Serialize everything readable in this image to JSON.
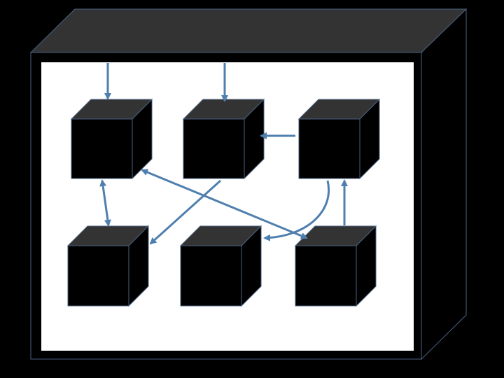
{
  "colors": {
    "background": "#000000",
    "box_face": "#000000",
    "box_top": "#333333",
    "box_side": "#000000",
    "panel": "#ffffff",
    "edge": "#4a6280",
    "arrow": "#4f7fae"
  },
  "diagram": {
    "container": {
      "name": "outer-container-cube"
    },
    "nodes": [
      {
        "id": "node-1",
        "row": 1,
        "col": 1
      },
      {
        "id": "node-2",
        "row": 1,
        "col": 2
      },
      {
        "id": "node-3",
        "row": 1,
        "col": 3
      },
      {
        "id": "node-4",
        "row": 2,
        "col": 1
      },
      {
        "id": "node-5",
        "row": 2,
        "col": 2
      },
      {
        "id": "node-6",
        "row": 2,
        "col": 3
      }
    ],
    "edges": [
      {
        "id": "input-to-node-1",
        "from": "external",
        "to": "node-1",
        "heads": "end"
      },
      {
        "id": "input-to-node-2",
        "from": "external",
        "to": "node-2",
        "heads": "end"
      },
      {
        "id": "node-3-to-node-2",
        "from": "node-3",
        "to": "node-2",
        "heads": "end"
      },
      {
        "id": "node-1-node-4",
        "from": "node-1",
        "to": "node-4",
        "heads": "both"
      },
      {
        "id": "node-2-to-node-4",
        "from": "node-2",
        "to": "node-4",
        "heads": "end"
      },
      {
        "id": "node-1-node-6",
        "from": "node-1",
        "to": "node-6",
        "heads": "both"
      },
      {
        "id": "node-3-to-node-5",
        "from": "node-3",
        "to": "node-5",
        "heads": "end",
        "curved": true
      },
      {
        "id": "node-6-to-node-3",
        "from": "node-6",
        "to": "node-3",
        "heads": "end"
      }
    ]
  }
}
